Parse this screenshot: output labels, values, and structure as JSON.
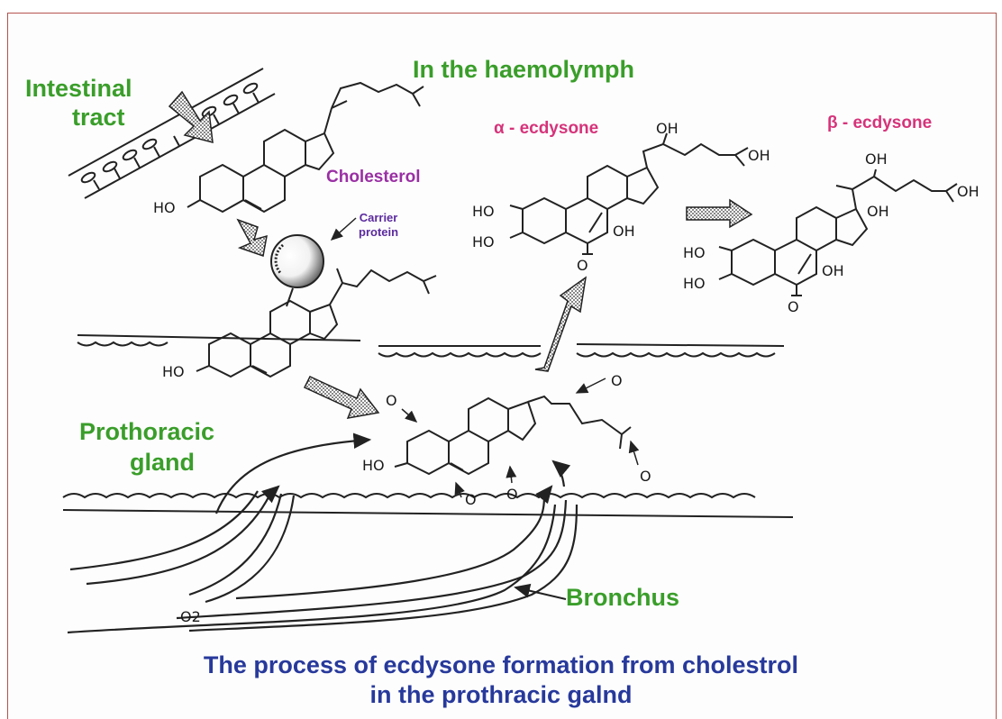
{
  "heading": "In the haemolymph",
  "labels": {
    "intestinal_tract": [
      "Intestinal",
      "tract"
    ],
    "cholesterol": "Cholesterol",
    "carrier_protein": [
      "Carrier",
      "protein"
    ],
    "alpha_ecdysone": "α - ecdysone",
    "beta_ecdysone": "β - ecdysone",
    "prothoracic_gland": [
      "Prothoracic",
      "gland"
    ],
    "bronchus": "Bronchus",
    "oxygen": "O2"
  },
  "chem": {
    "ho": "HO",
    "oh": "OH",
    "o": "O"
  },
  "caption": [
    "The process of ecdysone formation from cholestrol",
    "in the prothracic galnd"
  ],
  "colors": {
    "green_labels": "#3a9e2a",
    "ecdysone_labels": "#d6337a",
    "cholesterol_label": "#9a2fa4",
    "caption": "#27399b",
    "border": "#b5534e"
  }
}
